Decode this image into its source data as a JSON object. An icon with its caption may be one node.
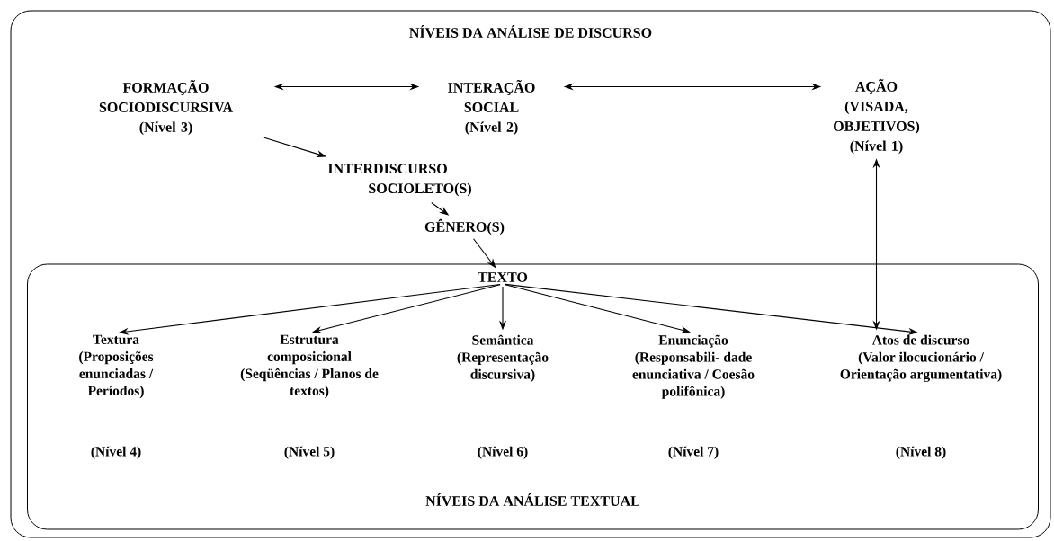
{
  "diagram": {
    "nodes": [
      {
        "text": [
          "NÍVEIS DA ANÁLISE DE DISCURSO"
        ]
      },
      {
        "text": [
          "FORMAÇÃO SOCIODISCURSIVA",
          "(Nível 3)"
        ],
        "in": 0
      },
      {
        "text": [
          "INTERAÇÃO SOCIAL",
          "(Nível 2)"
        ],
        "in": 0
      },
      {
        "text": [
          "AÇÃO (VISADA, OBJETIVOS)",
          "(Nível 1)"
        ],
        "in": 0
      },
      {
        "text": [
          "INTERDISCURSO",
          "SOCIOLETO(S)"
        ],
        "in": 0
      },
      {
        "text": [
          "GÊNERO(S)"
        ],
        "in": 0
      },
      {
        "text": [
          "NÍVEIS DA ANÁLISE TEXTUAL"
        ],
        "in": 0
      },
      {
        "text": [
          "TEXTO"
        ],
        "in": 6
      },
      {
        "text": [
          "Textura",
          "(Proposições enunciadas / Períodos)",
          "(Nível 4)"
        ],
        "in": 6
      },
      {
        "text": [
          "Estrutura composicional",
          "(Seqüências / Planos de textos)",
          "(Nível 5)"
        ],
        "in": 6
      },
      {
        "text": [
          "Semântica",
          "(Representação discursiva)",
          "(Nível 6)"
        ],
        "in": 6
      },
      {
        "text": [
          "Enunciação",
          "(Responsabili- dade enunciativa / Coesão polifônica)",
          "(Nível 7)"
        ],
        "in": 6
      },
      {
        "text": [
          "Atos de discurso",
          "(Valor ilocucionário / Orientação argumentativa)",
          "(Nível 8)"
        ],
        "in": 6
      }
    ],
    "edges": [
      {
        "from": 1,
        "to": 2,
        "arrow": "both"
      },
      {
        "from": 2,
        "to": 3,
        "arrow": "both"
      },
      {
        "from": 1,
        "to": 4,
        "arrow": "to"
      },
      {
        "from": 4,
        "to": 5,
        "arrow": "to"
      },
      {
        "from": 5,
        "to": 7,
        "arrow": "to"
      },
      {
        "from": 7,
        "to": 8,
        "arrow": "to"
      },
      {
        "from": 7,
        "to": 9,
        "arrow": "to"
      },
      {
        "from": 7,
        "to": 10,
        "arrow": "to"
      },
      {
        "from": 7,
        "to": 11,
        "arrow": "to"
      },
      {
        "from": 7,
        "to": 12,
        "arrow": "to"
      },
      {
        "from": 12,
        "to": 3,
        "arrow": "both"
      }
    ]
  }
}
